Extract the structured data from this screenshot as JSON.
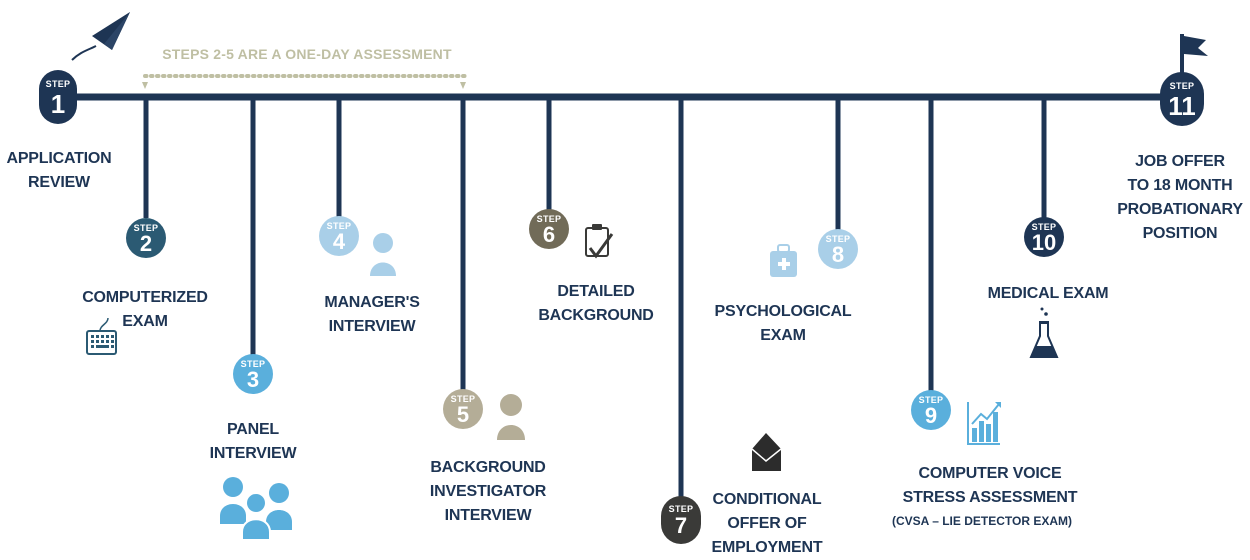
{
  "note": "STEPS 2-5 ARE A ONE-DAY ASSESSMENT",
  "step_word": "STEP",
  "steps": [
    {
      "num": "1",
      "label": "APPLICATION\nREVIEW"
    },
    {
      "num": "2",
      "label": "COMPUTERIZED\nEXAM"
    },
    {
      "num": "3",
      "label": "PANEL\nINTERVIEW"
    },
    {
      "num": "4",
      "label": "MANAGER'S\nINTERVIEW"
    },
    {
      "num": "5",
      "label": "BACKGROUND\nINVESTIGATOR\nINTERVIEW"
    },
    {
      "num": "6",
      "label": "DETAILED\nBACKGROUND"
    },
    {
      "num": "7",
      "label": "CONDITIONAL\nOFFER OF\nEMPLOYMENT"
    },
    {
      "num": "8",
      "label": "PSYCHOLOGICAL\nEXAM"
    },
    {
      "num": "9",
      "label": "COMPUTER VOICE\nSTRESS ASSESSMENT",
      "sub": "(CVSA – LIE DETECTOR EXAM)"
    },
    {
      "num": "10",
      "label": "MEDICAL EXAM"
    },
    {
      "num": "11",
      "label": "JOB OFFER\nTO 18 MONTH\nPROBATIONARY\nPOSITION"
    }
  ],
  "colors": {
    "navy": "#1e3554",
    "teal": "#2b5a73",
    "sky": "#5aafdc",
    "pale": "#a9cfe8",
    "taupe": "#b4ad97",
    "olive": "#716b58",
    "charcoal": "#3a3a38",
    "note": "#bfbfa3"
  },
  "icons": [
    "paper-plane-icon",
    "flag-icon",
    "keyboard-icon",
    "people-group-icon",
    "person-icon",
    "clipboard-check-icon",
    "envelope-icon",
    "medical-bag-icon",
    "bar-chart-icon",
    "flask-icon"
  ]
}
